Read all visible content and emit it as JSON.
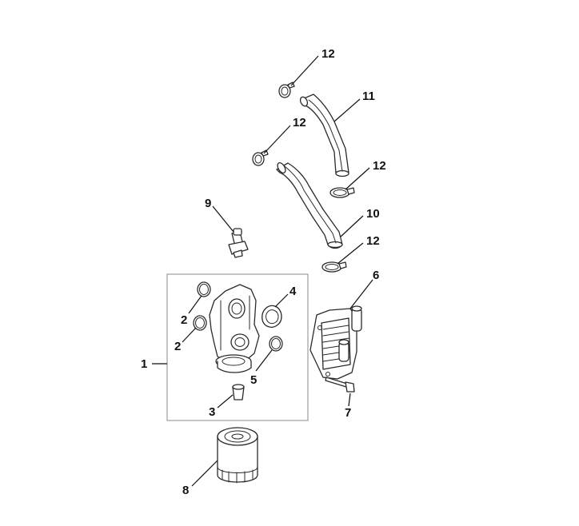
{
  "diagram": {
    "callouts": {
      "c1": "1",
      "c2a": "2",
      "c2b": "2",
      "c3": "3",
      "c4": "4",
      "c5": "5",
      "c6": "6",
      "c7": "7",
      "c8": "8",
      "c9": "9",
      "c10": "10",
      "c11": "11",
      "c12a": "12",
      "c12b": "12",
      "c12c": "12",
      "c12d": "12"
    }
  }
}
